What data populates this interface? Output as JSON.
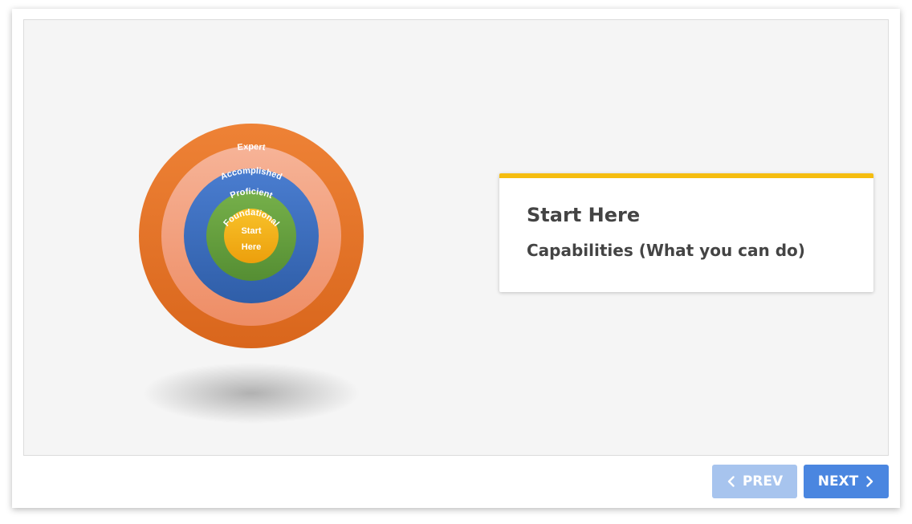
{
  "diagram": {
    "rings": {
      "expert": "Expert",
      "accomplished": "Accomplished",
      "proficient": "Proficient",
      "foundational": "Foundational",
      "center_line1": "Start",
      "center_line2": "Here"
    },
    "colors": {
      "expert": "#e8772e",
      "accomplished": "#f2a07e",
      "proficient": "#3f6fbf",
      "foundational": "#67a240",
      "center": "#f3b319"
    }
  },
  "card": {
    "title": "Start Here",
    "subtitle": "Capabilities (What you can do)",
    "accent_color": "#f5bd0f"
  },
  "nav": {
    "prev_label": "PREV",
    "next_label": "NEXT",
    "prev_icon": "chevron-left-icon",
    "next_icon": "chevron-right-icon"
  }
}
